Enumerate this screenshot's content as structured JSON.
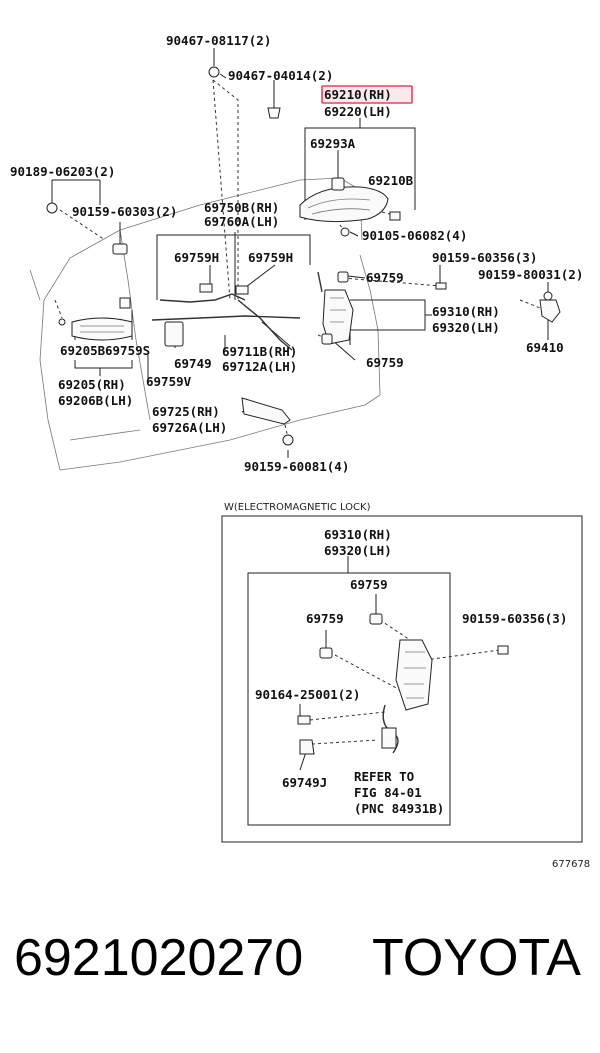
{
  "diagram": {
    "highlight_part": "69210(RH)",
    "labels": {
      "l_90467_08117": "90467-08117(2)",
      "l_90467_04014": "90467-04014(2)",
      "l_69210": "69210(RH)",
      "l_69220": "69220(LH)",
      "l_69293A": "69293A",
      "l_90189": "90189-06203(2)",
      "l_69210B": "69210B",
      "l_90159_60303": "90159-60303(2)",
      "l_69750B": "69750B(RH)",
      "l_69760A": "69760A(LH)",
      "l_90105": "90105-06082(4)",
      "l_69759H_1": "69759H",
      "l_69759H_2": "69759H",
      "l_90159_60356": "90159-60356(3)",
      "l_90159_80031": "90159-80031(2)",
      "l_69759_1": "69759",
      "l_69310": "69310(RH)",
      "l_69320": "69320(LH)",
      "l_69410": "69410",
      "l_69205B": "69205B",
      "l_69759S": "69759S",
      "l_69749": "69749",
      "l_69711B": "69711B(RH)",
      "l_69712A": "69712A(LH)",
      "l_69759_2": "69759",
      "l_69205": "69205(RH)",
      "l_69206B": "69206B(LH)",
      "l_69759V": "69759V",
      "l_69725": "69725(RH)",
      "l_69726A": "69726A(LH)",
      "l_90159_60081": "90159-60081(4)"
    },
    "inset": {
      "title": "W(ELECTROMAGNETIC LOCK)",
      "l_69310": "69310(RH)",
      "l_69320": "69320(LH)",
      "l_69759_a": "69759",
      "l_69759_b": "69759",
      "l_90159_60356": "90159-60356(3)",
      "l_90164": "90164-25001(2)",
      "l_69749J": "69749J",
      "refer_1": "REFER TO",
      "refer_2": "FIG 84-01",
      "refer_3": "(PNC 84931B)"
    },
    "figure_id": "677678"
  },
  "footer": {
    "part_number": "6921020270",
    "brand": "TOYOTA"
  }
}
